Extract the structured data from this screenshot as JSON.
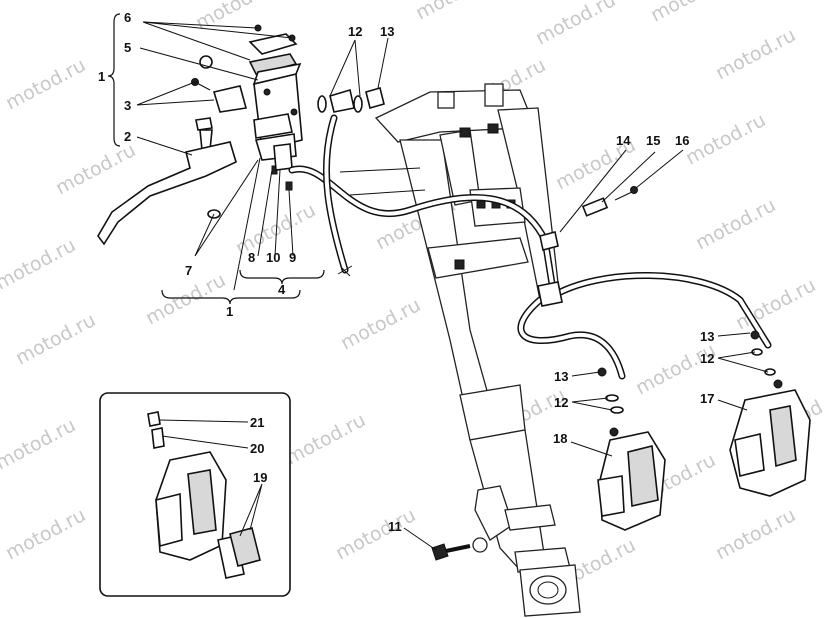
{
  "watermark": {
    "text": "motod.ru"
  },
  "callouts": {
    "n1": "1",
    "n2": "2",
    "n3": "3",
    "n4": "4",
    "n5": "5",
    "n6": "6",
    "n7": "7",
    "n8": "8",
    "n9": "9",
    "n10": "10",
    "n11": "11",
    "n12": "12",
    "n13": "13",
    "n14": "14",
    "n15": "15",
    "n16": "16",
    "n17": "17",
    "n18": "18",
    "n19": "19",
    "n20": "20",
    "n21": "21"
  }
}
